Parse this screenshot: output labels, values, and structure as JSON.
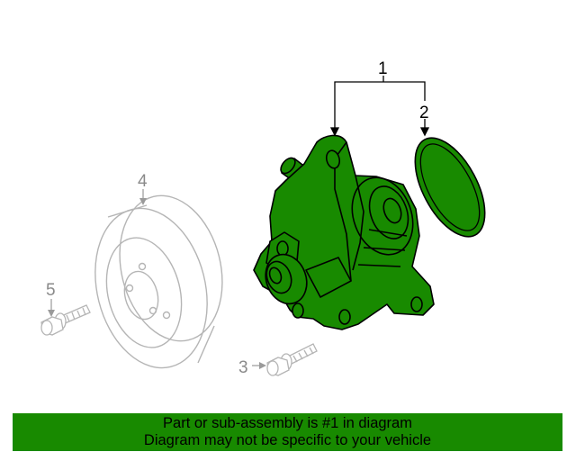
{
  "callouts": {
    "c1": "1",
    "c2": "2",
    "c3": "3",
    "c4": "4",
    "c5": "5"
  },
  "banner": {
    "line1": "Part or sub-assembly is #1 in diagram",
    "line2": "Diagram may not be specific to your vehicle"
  },
  "colors": {
    "highlight_fill": "#188a00",
    "outline": "#000000",
    "faded_part": "#b5b5b5",
    "background": "#ffffff"
  }
}
